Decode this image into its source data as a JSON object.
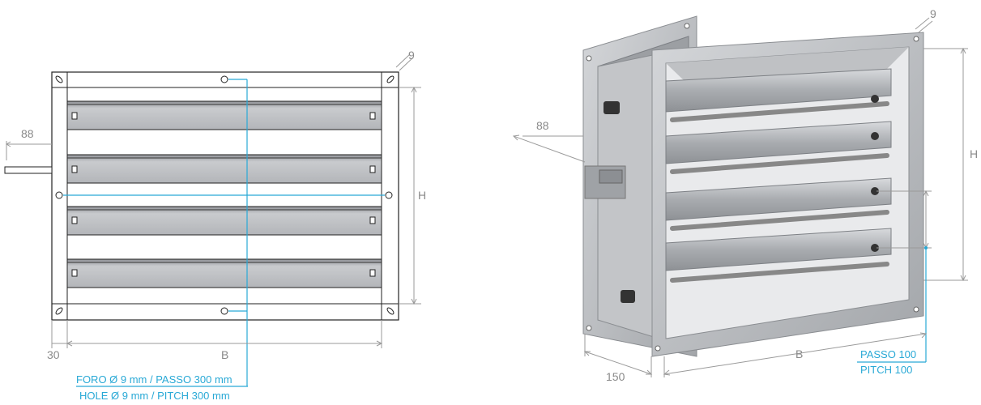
{
  "front_view": {
    "dim_width": "B",
    "dim_height": "H",
    "dim_frame": "30",
    "dim_flange": "9",
    "dim_shaft": "88",
    "hole_note_it": "FORO Ø 9 mm / PASSO 300 mm",
    "hole_note_en": "HOLE Ø 9 mm / PITCH 300 mm"
  },
  "iso_view": {
    "dim_width": "B",
    "dim_height": "H",
    "dim_depth": "150",
    "dim_flange": "9",
    "dim_shaft": "88",
    "pitch_note_it": "PASSO 100",
    "pitch_note_en": "PITCH 100"
  },
  "colors": {
    "annotation_cyan": "#29a9d6",
    "dimension_gray": "#8a8a8a",
    "metal": "#b4b6ba"
  }
}
